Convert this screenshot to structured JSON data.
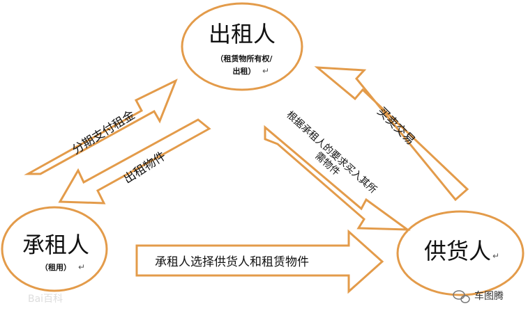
{
  "nodes": {
    "lessor": {
      "name": "出租人",
      "sub_line1": "（租赁物所有权/",
      "sub_line2": "出租）"
    },
    "lessee": {
      "name": "承租人",
      "sub": "（租用）"
    },
    "supplier": {
      "name": "供货人"
    }
  },
  "arrows": {
    "installment": "分期支付租金",
    "lease_goods": "出租物件",
    "buy_sell": "买卖交易",
    "purchase_line1": "根据承租人的要求买入其所",
    "purchase_line2": "需物件",
    "select": "承租人选择供货人和租赁物件"
  },
  "watermark": {
    "left": "Bai百科",
    "brand": "车图腾"
  },
  "colors": {
    "stroke": "#E39B4A",
    "fill": "#ffffff",
    "text": "#111111"
  }
}
